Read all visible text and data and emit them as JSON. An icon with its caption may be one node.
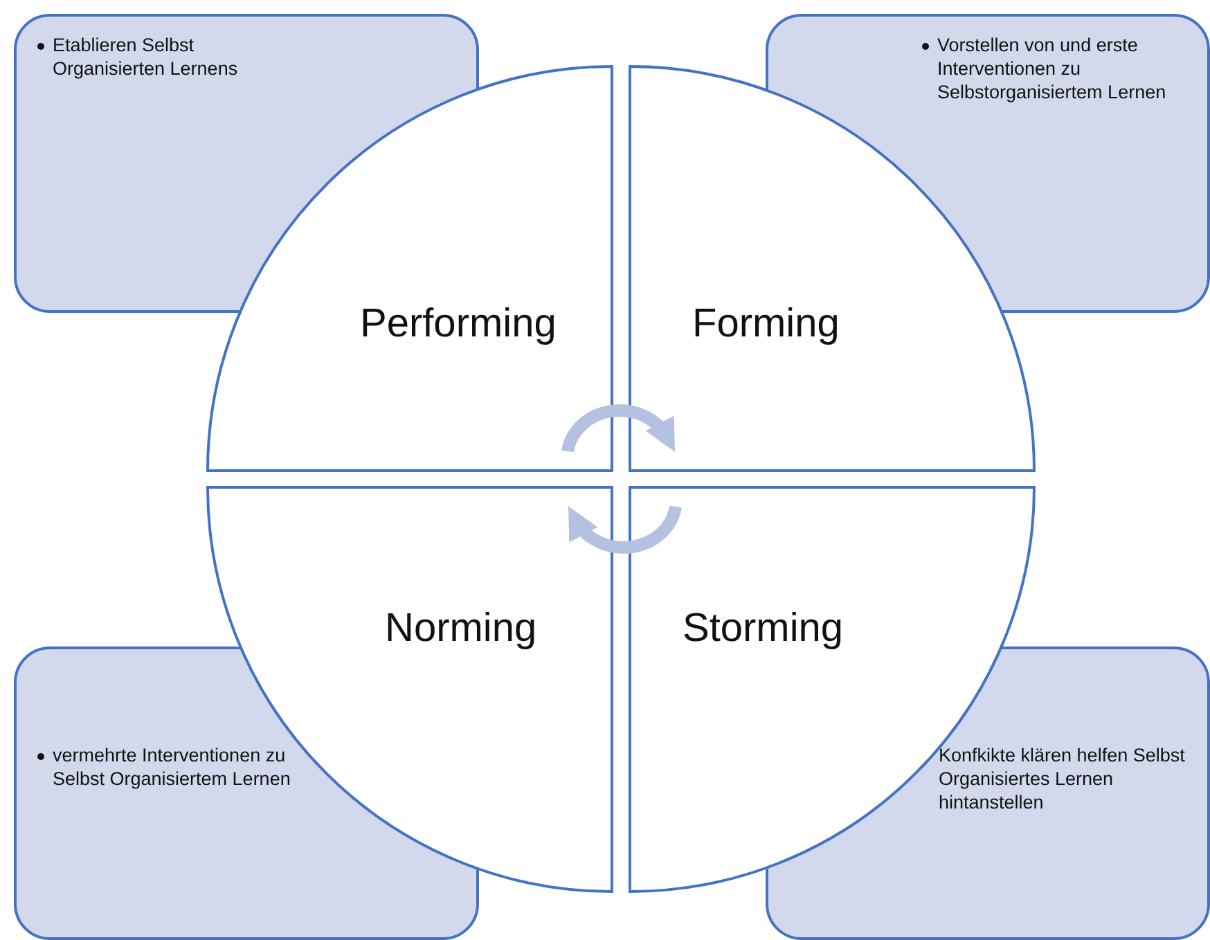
{
  "diagram": {
    "nodes": [
      {
        "text": [
          "Etablieren Selbst Organisierten Lernens"
        ]
      },
      {
        "text": [
          "Vorstellen von und erste Interventionen zu Selbstorganisiertem Lernen"
        ]
      },
      {
        "text": [
          "Performing"
        ]
      },
      {
        "text": [
          "Forming"
        ]
      },
      {
        "text": [
          "Norming"
        ]
      },
      {
        "text": [
          "Storming"
        ]
      },
      {
        "text": [
          "vermehrte Interventionen zu Selbst Organisiertem Lernen"
        ]
      },
      {
        "text": [
          "Konfkikte klären helfen Selbst Organisiertes Lernen hintanstellen"
        ]
      }
    ],
    "edges": [
      {
        "from": 2,
        "to": 3,
        "arrow": "to"
      },
      {
        "from": 5,
        "to": 4,
        "arrow": "to"
      }
    ]
  }
}
